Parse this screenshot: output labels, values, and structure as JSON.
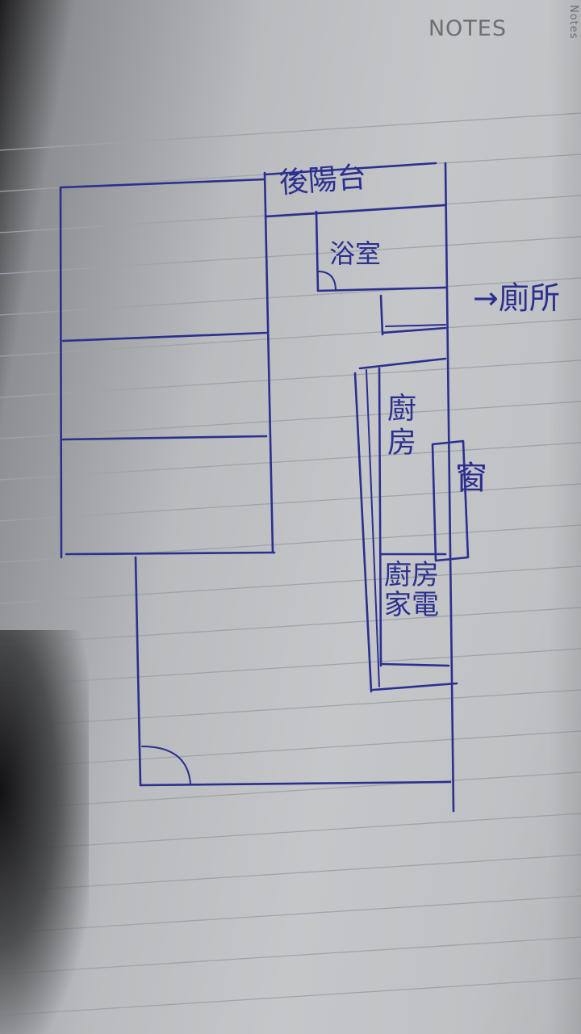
{
  "notebook": {
    "brand": "NOTES",
    "side_brand": "Notes",
    "paper_color": "#c4c6c9",
    "rule_color": "#9ea3ab",
    "ink_color": "#2b2f8e"
  },
  "sketch": {
    "labels": {
      "balcony": "後陽台",
      "bathroom": "浴室",
      "toilet": "→廁所",
      "kitchen": "廚房",
      "door": "窗",
      "kitchen_appliance": "廚房家電"
    },
    "icons": [
      "door-swing-icon",
      "arrow-right-icon"
    ]
  }
}
